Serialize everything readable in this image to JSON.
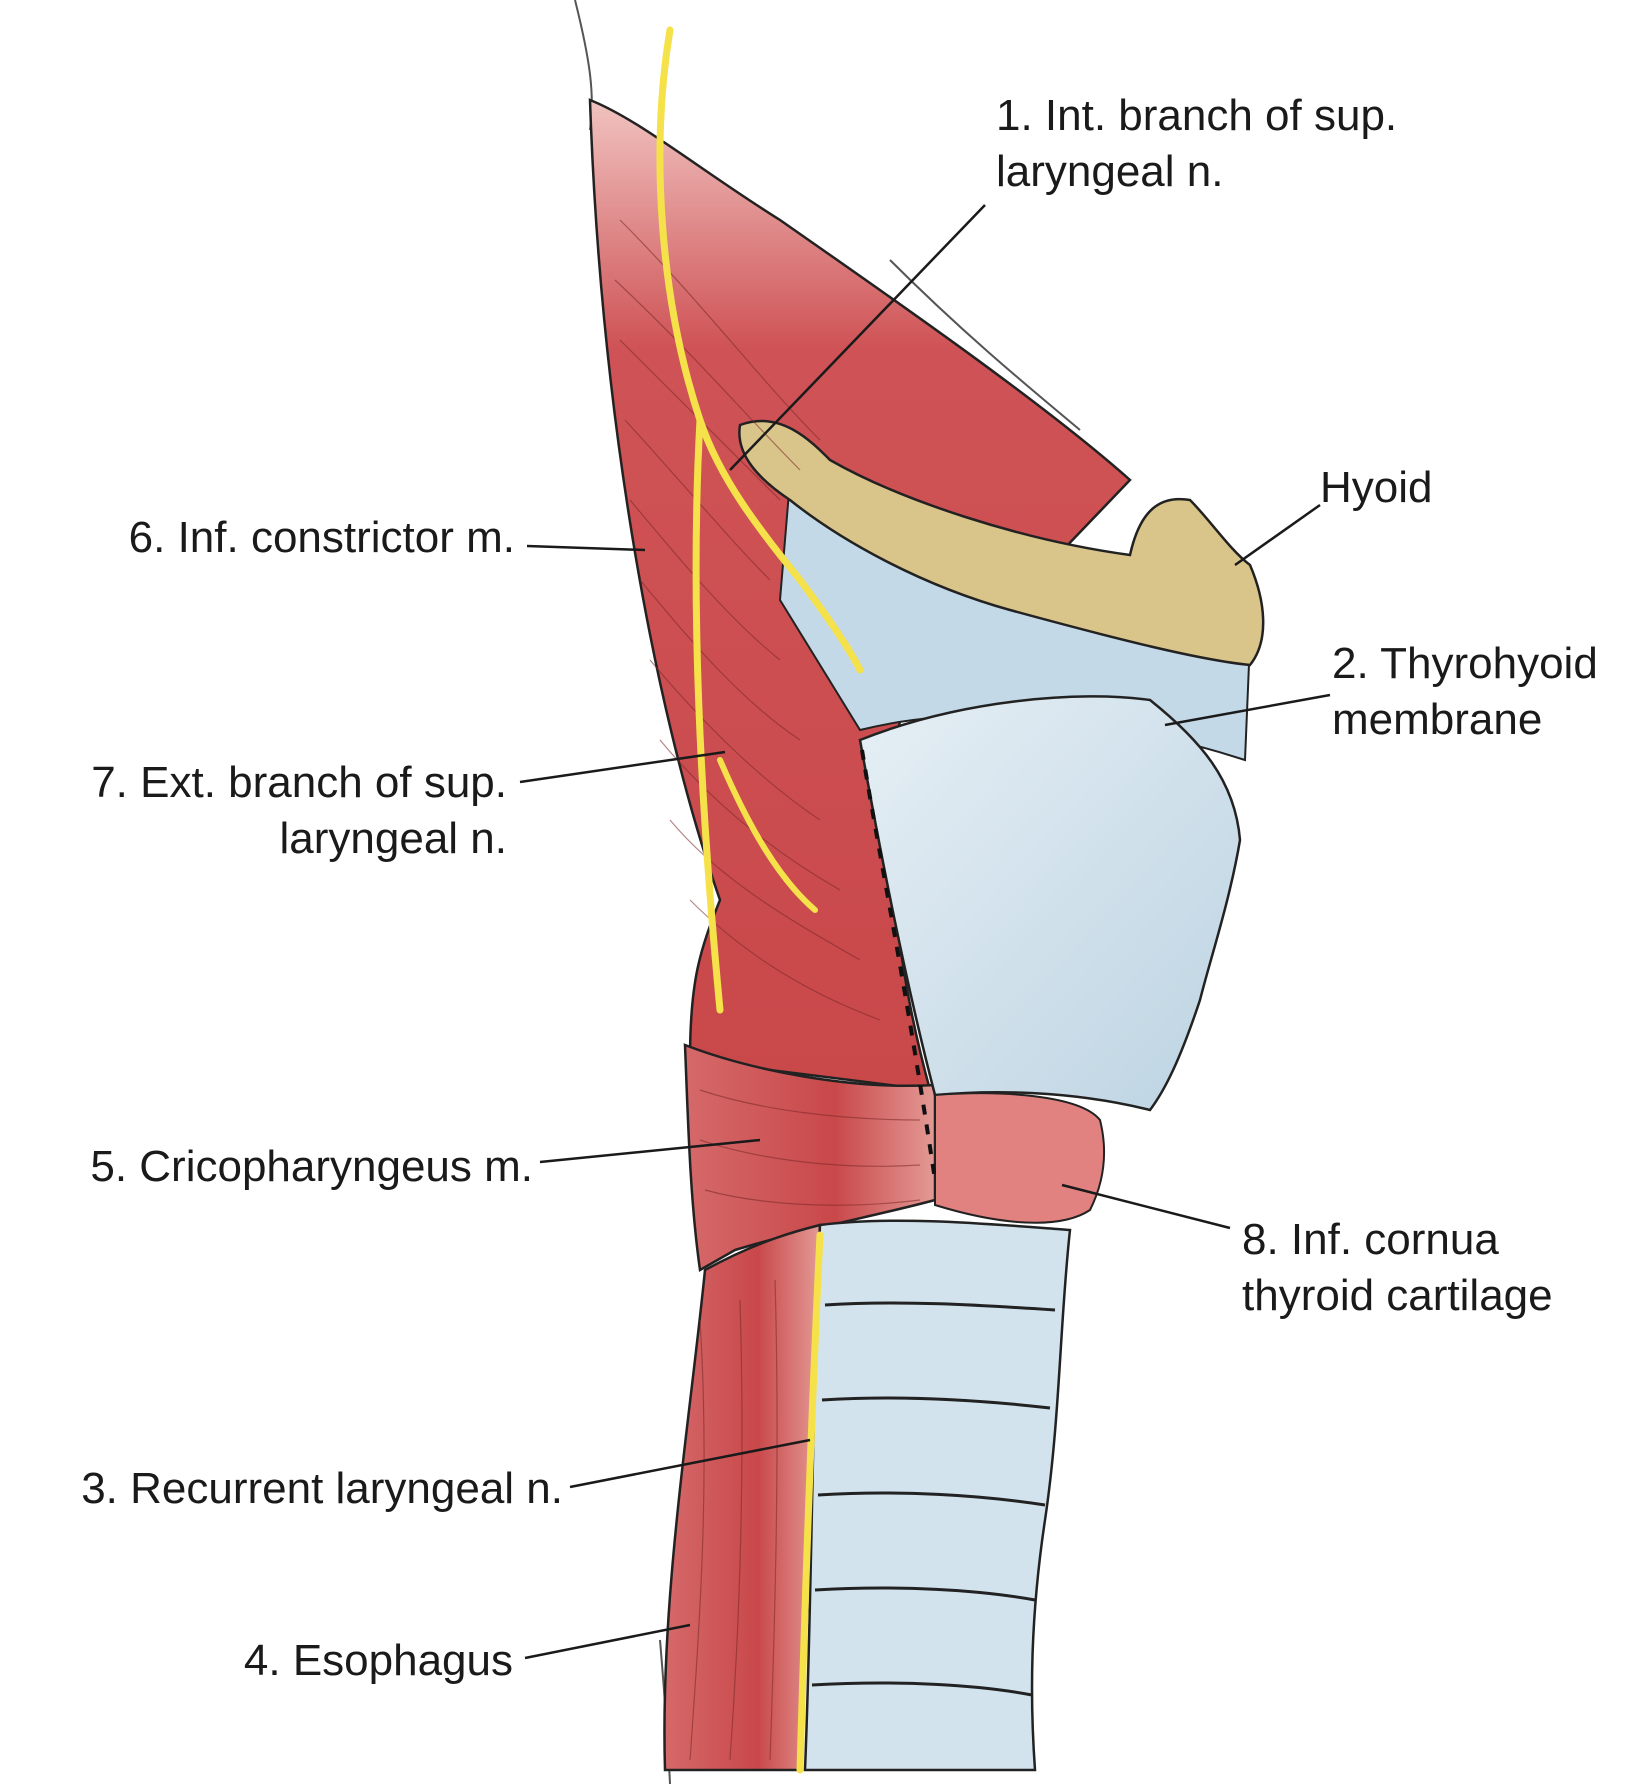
{
  "labels": {
    "int_branch": {
      "line1": "1. Int. branch of sup.",
      "line2": "laryngeal n."
    },
    "hyoid": {
      "line1": "Hyoid"
    },
    "thyrohyoid": {
      "line1": "2. Thyrohyoid",
      "line2": "membrane"
    },
    "inf_constrictor": {
      "line1": "6. Inf. constrictor m."
    },
    "ext_branch": {
      "line1": "7. Ext. branch of sup.",
      "line2": "laryngeal n."
    },
    "cricopharyngeus": {
      "line1": "5. Cricopharyngeus m."
    },
    "inf_cornua": {
      "line1": "8. Inf. cornua",
      "line2": "thyroid cartilage"
    },
    "recurrent": {
      "line1": "3. Recurrent laryngeal n."
    },
    "esophagus": {
      "line1": "4. Esophagus"
    }
  },
  "colors": {
    "muscle": "#c9484a",
    "muscle_light": "#e48a86",
    "cartilage": "#c9dce8",
    "cartilage_light": "#dde9f1",
    "bone": "#d9c48a",
    "nerve": "#f5e24a",
    "line": "#1a1a1a"
  }
}
